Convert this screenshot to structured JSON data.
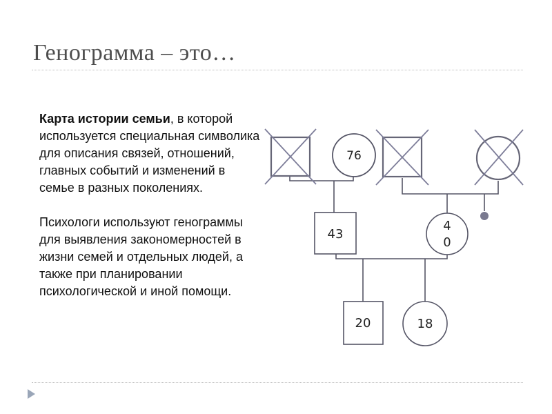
{
  "slide": {
    "title": "Генограмма – это…",
    "paragraph1_lead": "Карта истории семьи",
    "paragraph1_rest": ", в которой используется специальная символика для описания связей, отношений, главных событий и изменений в семье в разных поколениях.",
    "paragraph2": "Психологи используют генограммы для выявления закономерностей в жизни семей и отдельных людей, а также при планировании психологической и иной помощи."
  },
  "genogram": {
    "grandmother_paternal_age": "76",
    "father_age": "43",
    "mother_age_line1": "4",
    "mother_age_line2": "0",
    "son_age": "20",
    "daughter_age": "18",
    "colors": {
      "line": "#555566",
      "symbol_stroke": "#666677",
      "cross": "#7d7d99",
      "dot": "#7a7a90"
    }
  }
}
